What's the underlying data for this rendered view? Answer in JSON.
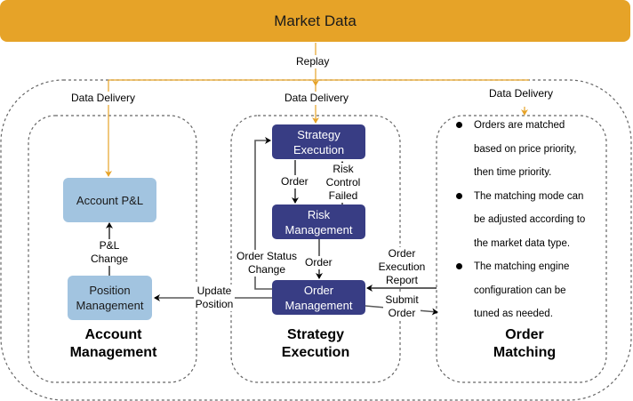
{
  "header": {
    "title": "Market Data"
  },
  "edges": {
    "replay": "Replay",
    "data_delivery_left": "Data Delivery",
    "data_delivery_middle": "Data Delivery",
    "data_delivery_right": "Data Delivery",
    "pl_change": [
      "P&L",
      "Change"
    ],
    "update_position": [
      "Update",
      "Position"
    ],
    "order_1": "Order",
    "order_2": "Order",
    "risk_control_failed": [
      "Risk",
      "Control",
      "Failed"
    ],
    "order_status_change": [
      "Order Status",
      "Change"
    ],
    "order_execution_report": [
      "Order",
      "Execution",
      "Report"
    ],
    "submit_order": [
      "Submit",
      "Order"
    ]
  },
  "groups": {
    "account_management": {
      "title": [
        "Account",
        "Management"
      ],
      "nodes": {
        "account_pl": "Account P&L",
        "position_management": [
          "Position",
          "Management"
        ]
      }
    },
    "strategy_execution": {
      "title": [
        "Strategy",
        "Execution"
      ],
      "nodes": {
        "strategy_execution": [
          "Strategy",
          "Execution"
        ],
        "risk_management": [
          "Risk",
          "Management"
        ],
        "order_management": [
          "Order",
          "Management"
        ]
      }
    },
    "order_matching": {
      "title": [
        "Order",
        "Matching"
      ],
      "bullets": [
        [
          "Orders are matched",
          "based on price priority,",
          "then time priority."
        ],
        [
          "The matching mode can",
          "be adjusted according to",
          "the market data type."
        ],
        [
          "The matching engine",
          "configuration can be",
          "tuned as needed."
        ]
      ]
    }
  },
  "colors": {
    "market_data": "#e6a328",
    "data_flow": "#e6a328",
    "account_nodes": "#a2c4e0",
    "strategy_nodes": "#383d84",
    "connector": "#595959"
  }
}
